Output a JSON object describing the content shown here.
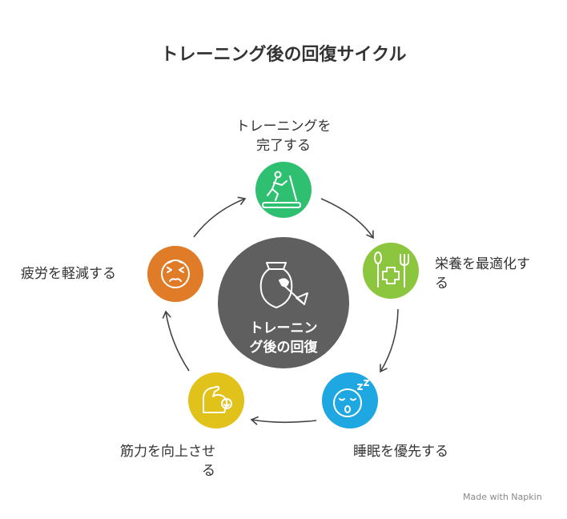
{
  "title": "トレーニング後の回復サイクル",
  "center": {
    "line1": "トレーニン",
    "line2": "グ後の回復"
  },
  "steps": [
    {
      "line1": "トレーニングを",
      "line2": "完了する",
      "color": "#2fbf71",
      "icon": "treadmill-icon"
    },
    {
      "line1": "栄養を最適化す",
      "line2": "る",
      "color": "#8cc63f",
      "icon": "nutrition-icon"
    },
    {
      "line1": "睡眠を優先する",
      "line2": "",
      "color": "#1ea7e1",
      "icon": "sleeping-face-icon"
    },
    {
      "line1": "筋力を向上させ",
      "line2": "る",
      "color": "#e0c21b",
      "icon": "flexed-arm-icon"
    },
    {
      "line1": "疲労を軽減する",
      "line2": "",
      "color": "#e07b27",
      "icon": "tired-face-icon"
    }
  ],
  "center_color": "#5f5f5f",
  "watermark": "Made with  Napkin"
}
